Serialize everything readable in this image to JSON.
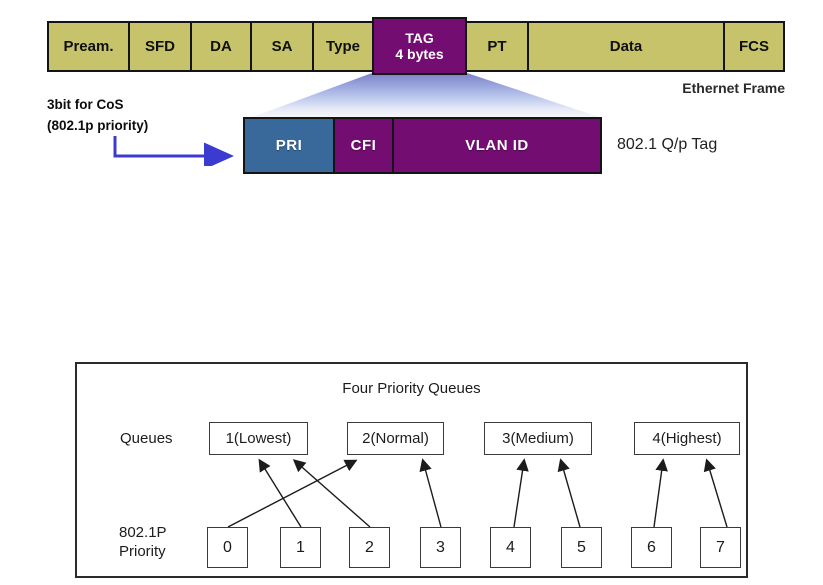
{
  "ethernet_frame": {
    "caption": "Ethernet Frame",
    "fields": [
      {
        "label": "Pream."
      },
      {
        "label": "SFD"
      },
      {
        "label": "DA"
      },
      {
        "label": "SA"
      },
      {
        "label": "Type"
      },
      {
        "label": "TAG",
        "sublabel": "4 bytes"
      },
      {
        "label": "PT"
      },
      {
        "label": "Data"
      },
      {
        "label": "FCS"
      }
    ]
  },
  "tag_detail": {
    "label": "802.1 Q/p Tag",
    "annotation_line1": "3bit for CoS",
    "annotation_line2": "(802.1p priority)",
    "sections": [
      {
        "label": "PRI"
      },
      {
        "label": "CFI"
      },
      {
        "label": "VLAN ID"
      }
    ]
  },
  "queue_diagram": {
    "title": "Four Priority Queues",
    "row_label_queues": "Queues",
    "row_label_priority_line1": "802.1P",
    "row_label_priority_line2": "Priority",
    "queues": [
      {
        "label": "1(Lowest)"
      },
      {
        "label": "2(Normal)"
      },
      {
        "label": "3(Medium)"
      },
      {
        "label": "4(Highest)"
      }
    ],
    "priorities": [
      {
        "label": "0"
      },
      {
        "label": "1"
      },
      {
        "label": "2"
      },
      {
        "label": "3"
      },
      {
        "label": "4"
      },
      {
        "label": "5"
      },
      {
        "label": "6"
      },
      {
        "label": "7"
      }
    ],
    "mappings": [
      {
        "priority": "0",
        "queue": "2(Normal)"
      },
      {
        "priority": "1",
        "queue": "1(Lowest)"
      },
      {
        "priority": "2",
        "queue": "1(Lowest)"
      },
      {
        "priority": "3",
        "queue": "2(Normal)"
      },
      {
        "priority": "4",
        "queue": "3(Medium)"
      },
      {
        "priority": "5",
        "queue": "3(Medium)"
      },
      {
        "priority": "6",
        "queue": "4(Highest)"
      },
      {
        "priority": "7",
        "queue": "4(Highest)"
      }
    ]
  },
  "colors": {
    "field_fill": "#c6c36a",
    "tag_fill": "#740d72",
    "pri_fill": "#39699b",
    "annotation_arrow": "#3b3bd1",
    "border": "#141414"
  }
}
